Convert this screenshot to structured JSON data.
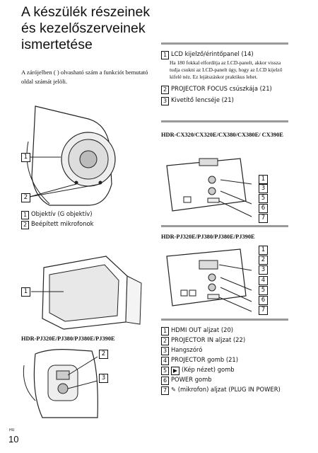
{
  "title": "A készülék részeinek és kezelőszerveinek ismertetése",
  "intro": "A zárójelben ( ) olvasható szám a funkciót bemutató oldal számát jelöli.",
  "lcd": {
    "n1": "1",
    "item1": "LCD kijelző/érintőpanel (14)",
    "item1_note": "Ha 180 fokkal elfordítja az LCD-panelt, akkor vissza tudja csukni az LCD-panelt úgy, hogy az LCD kijelző kifelé néz. Ez lejátszáskor praktikus lehet.",
    "n2": "2",
    "item2": "PROJECTOR FOCUS csúszkája (21)",
    "n3": "3",
    "item3": "Kivetítő lencséje (21)"
  },
  "lens": {
    "n1": "1",
    "item1": "Objektív (G objektív)",
    "n2": "2",
    "item2": "Beépített mikrofonok"
  },
  "model_cx": "HDR-CX320/CX320E/CX380/CX380E/ CX390E",
  "model_pj_right": "HDR-PJ320E/PJ380/PJ380E/PJ390E",
  "model_pj_left": "HDR-PJ320E/PJ380/PJ380E/PJ390E",
  "callouts": {
    "c1": "1",
    "c2": "2",
    "c3": "3",
    "c4": "4",
    "c5": "5",
    "c6": "6",
    "c7": "7"
  },
  "ports": {
    "n1": "1",
    "i1": "HDMI OUT aljzat (20)",
    "n2": "2",
    "i2": "PROJECTOR IN aljzat (22)",
    "n3": "3",
    "i3": "Hangszóró",
    "n4": "4",
    "i4": "PROJECTOR gomb (21)",
    "n5": "5",
    "i5a": "▶",
    "i5b": "(Kép nézet) gomb",
    "n6": "6",
    "i6": "POWER gomb",
    "n7": "7",
    "i7a": "✎",
    "i7b": "(mikrofon) aljzat (PLUG IN POWER)"
  },
  "page": {
    "lang": "HU",
    "number": "10"
  }
}
